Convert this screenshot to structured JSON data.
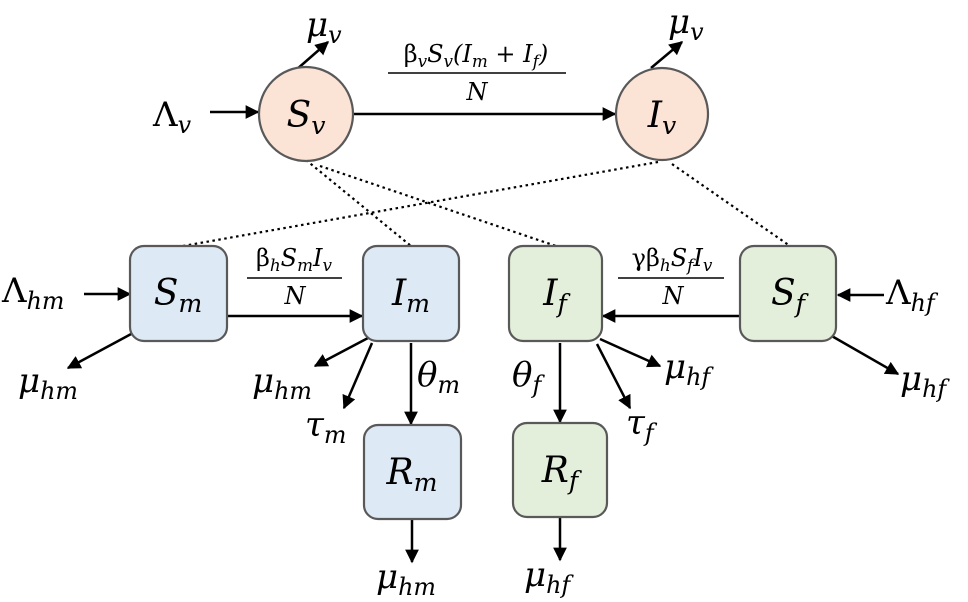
{
  "nodes": {
    "sv": {
      "main": "S",
      "sub": "v"
    },
    "iv": {
      "main": "I",
      "sub": "v"
    },
    "sm": {
      "main": "S",
      "sub": "m"
    },
    "im": {
      "main": "I",
      "sub": "m"
    },
    "if": {
      "main": "I",
      "sub": "f"
    },
    "sf": {
      "main": "S",
      "sub": "f"
    },
    "rm": {
      "main": "R",
      "sub": "m"
    },
    "rf": {
      "main": "R",
      "sub": "f"
    }
  },
  "rates": {
    "vector_infection": {
      "numerator_a": "β",
      "numerator_a_sub": "v",
      "numerator_b": "S",
      "numerator_b_sub": "v",
      "numerator_c": "(I",
      "numerator_c_sub": "m",
      "numerator_d": " + I",
      "numerator_d_sub": "f",
      "numerator_e": ")",
      "denominator": "N"
    },
    "male_infection": {
      "numerator_a": "β",
      "numerator_a_sub": "h",
      "numerator_b": "S",
      "numerator_b_sub": "m",
      "numerator_c": "I",
      "numerator_c_sub": "v",
      "denominator": "N"
    },
    "female_infection": {
      "numerator_a": "γβ",
      "numerator_a_sub": "h",
      "numerator_b": "S",
      "numerator_b_sub": "f",
      "numerator_c": "I",
      "numerator_c_sub": "v",
      "denominator": "N"
    }
  },
  "params": {
    "lambda_v": {
      "main": "Λ",
      "sub": "v"
    },
    "lambda_hm": {
      "main": "Λ",
      "sub": "hm"
    },
    "lambda_hf": {
      "main": "Λ",
      "sub": "hf"
    },
    "mu_v_sv": {
      "main": "μ",
      "sub": "v"
    },
    "mu_v_iv": {
      "main": "μ",
      "sub": "v"
    },
    "mu_hm_sm": {
      "main": "μ",
      "sub": "hm"
    },
    "mu_hm_im": {
      "main": "μ",
      "sub": "hm"
    },
    "mu_hm_rm": {
      "main": "μ",
      "sub": "hm"
    },
    "mu_hf_sf": {
      "main": "μ",
      "sub": "hf"
    },
    "mu_hf_if": {
      "main": "μ",
      "sub": "hf"
    },
    "mu_hf_rf": {
      "main": "μ",
      "sub": "hf"
    },
    "tau_m": {
      "main": "τ",
      "sub": "m"
    },
    "tau_f": {
      "main": "τ",
      "sub": "f"
    },
    "theta_m": {
      "main": "θ",
      "sub": "m"
    },
    "theta_f": {
      "main": "θ",
      "sub": "f"
    }
  }
}
